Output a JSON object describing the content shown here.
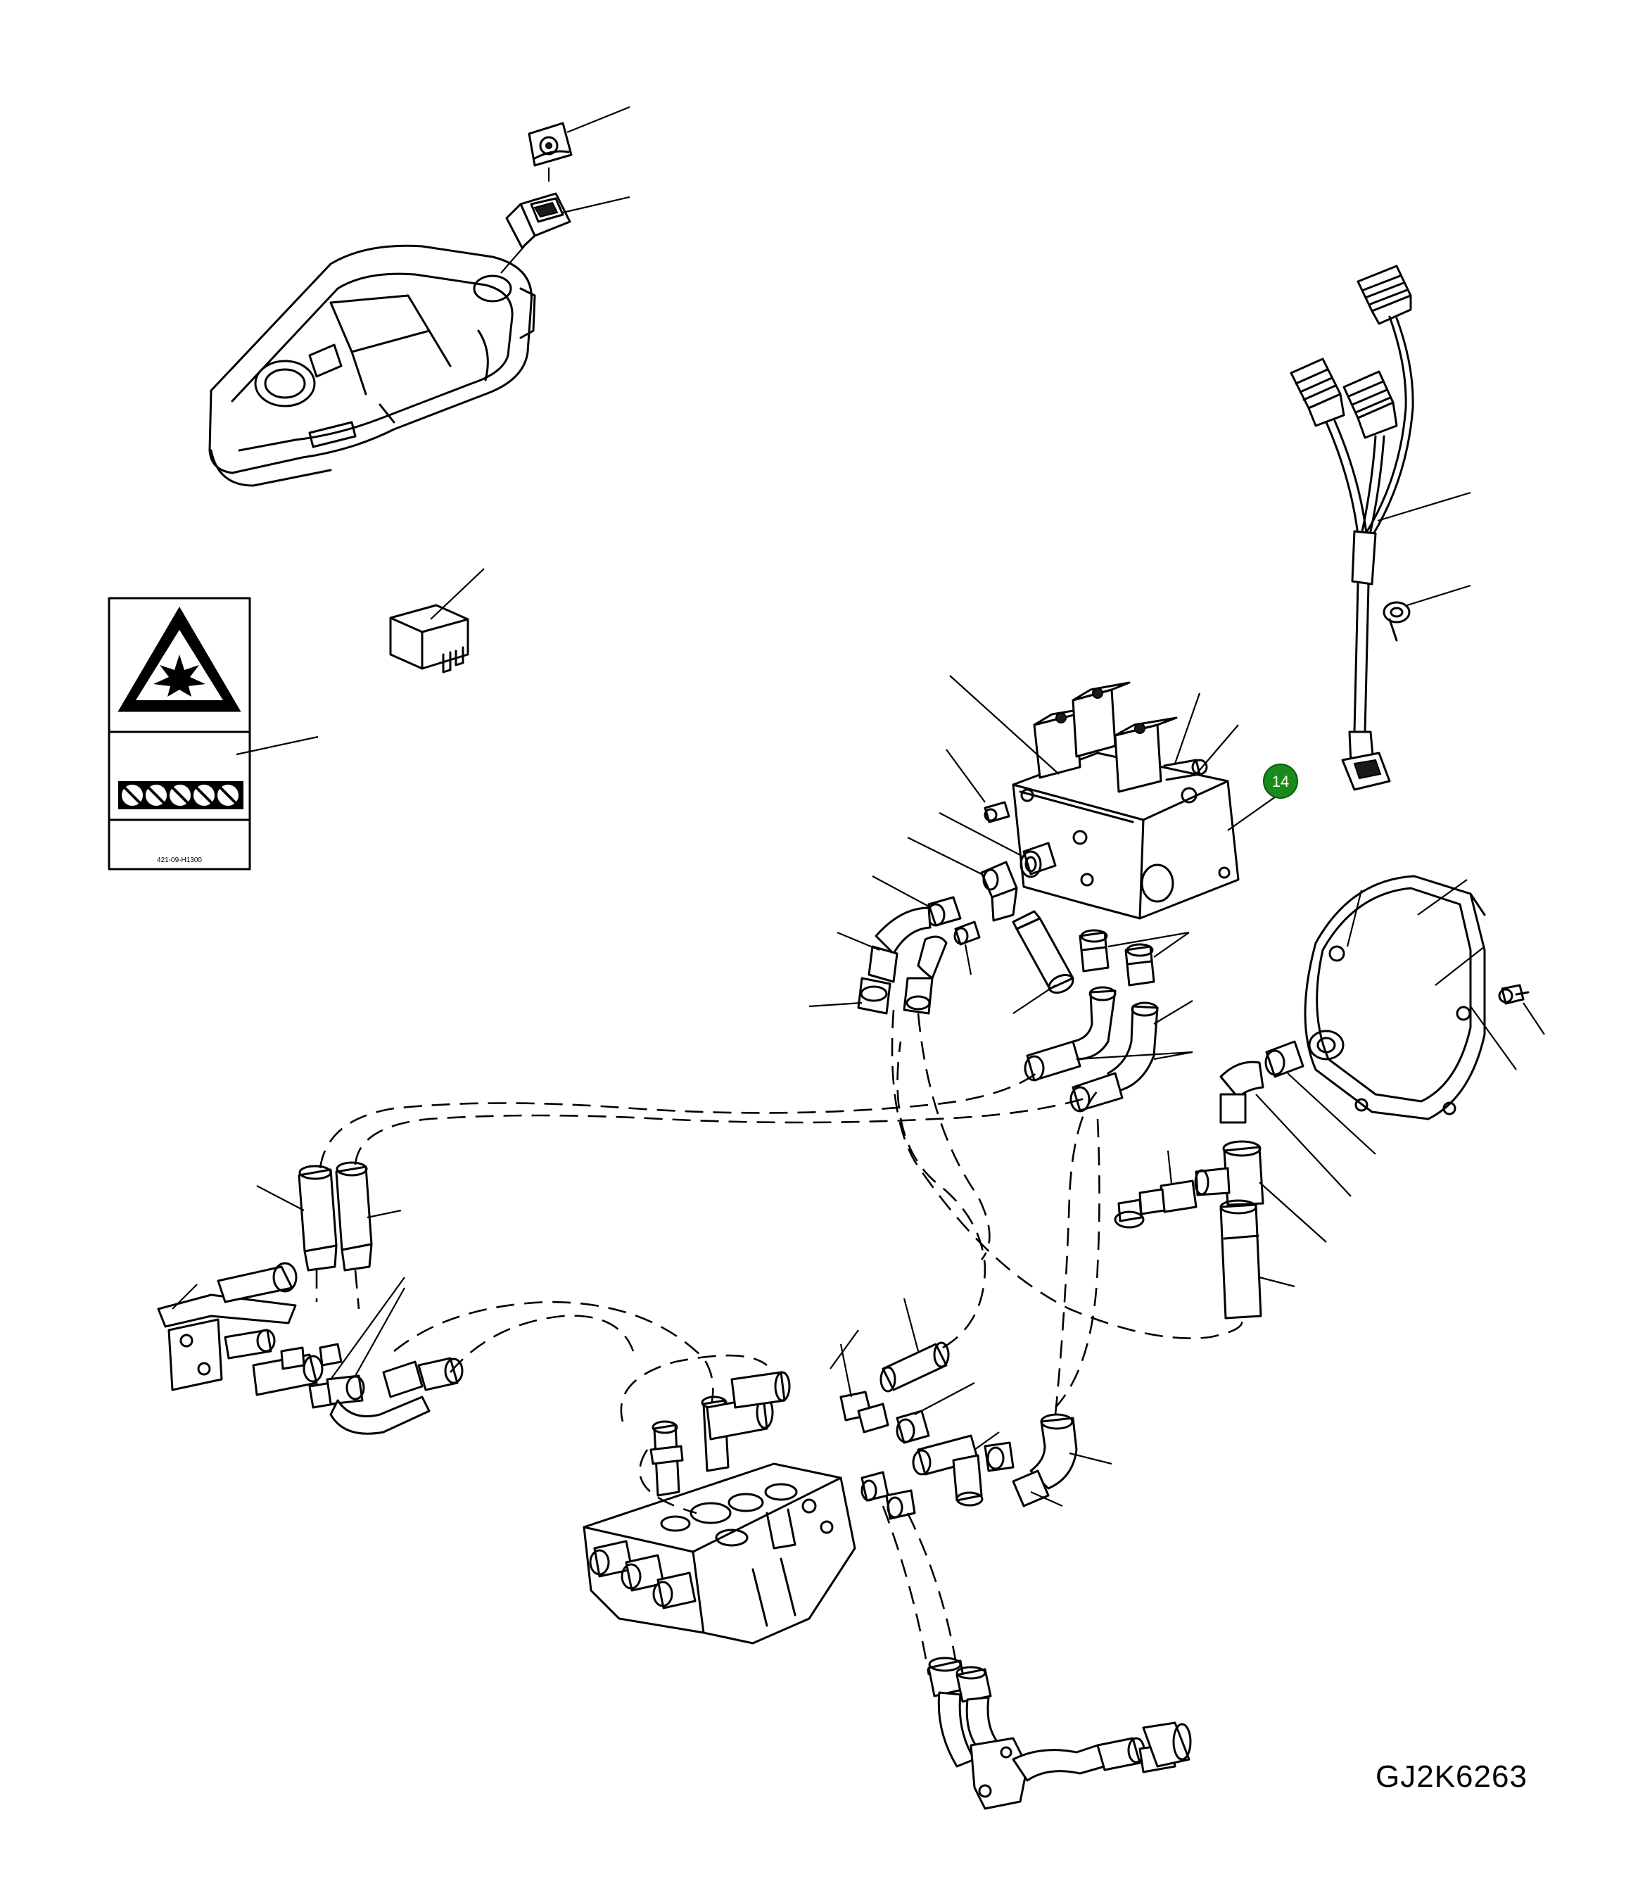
{
  "drawing_code": "GJ2K6263",
  "highlighted_callout": {
    "number": "14",
    "color": "#1a8a1a"
  },
  "warning_label": {
    "part_number": "421-09-H1300"
  },
  "colors": {
    "line": "#000000",
    "background": "#ffffff",
    "callout_fill": "#1a8a1a",
    "callout_text": "#ffffff"
  }
}
